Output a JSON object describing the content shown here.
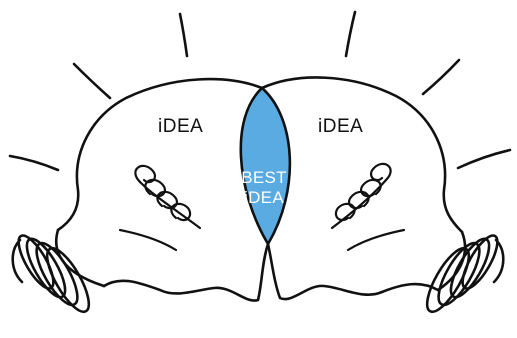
{
  "colors": {
    "overlap_fill": "#5aabe2",
    "ink": "#111111",
    "background": "#ffffff",
    "overlap_text": "#ffffff"
  },
  "left_bulb": {
    "label": "iDEA"
  },
  "right_bulb": {
    "label": "iDEA"
  },
  "overlap": {
    "line1": "BEST",
    "line2": "iDEA"
  }
}
